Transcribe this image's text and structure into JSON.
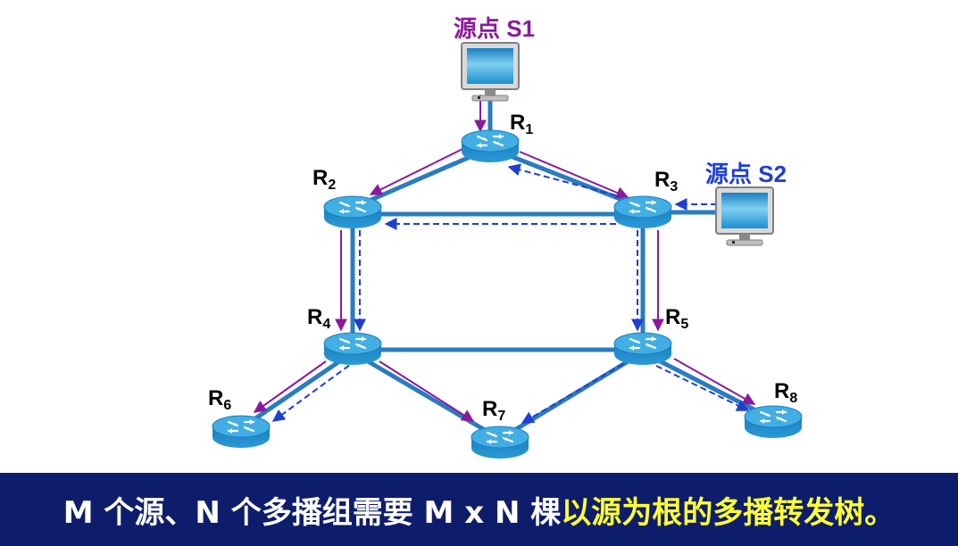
{
  "sources": {
    "s1": {
      "label": "源点 S1",
      "color": "#8a1a9c"
    },
    "s2": {
      "label": "源点 S2",
      "color": "#1f3fd1"
    }
  },
  "routers": {
    "r1": {
      "letter": "R",
      "sub": "1"
    },
    "r2": {
      "letter": "R",
      "sub": "2"
    },
    "r3": {
      "letter": "R",
      "sub": "3"
    },
    "r4": {
      "letter": "R",
      "sub": "4"
    },
    "r5": {
      "letter": "R",
      "sub": "5"
    },
    "r6": {
      "letter": "R",
      "sub": "6"
    },
    "r7": {
      "letter": "R",
      "sub": "7"
    },
    "r8": {
      "letter": "R",
      "sub": "8"
    }
  },
  "links_color": "#2b7bbf",
  "caption": {
    "part1": "M 个源、N 个多播组需要 M x N 棵",
    "part2": "以源为根的多播转发树。",
    "highlight_color": "#ffff33",
    "background": "#0e1d6b"
  }
}
